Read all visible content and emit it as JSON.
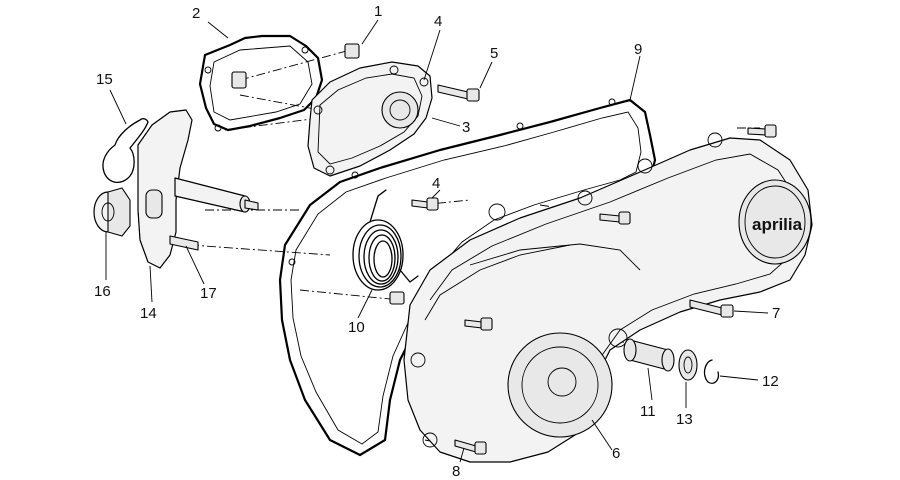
{
  "brand_text": "aprilia",
  "callouts": [
    {
      "id": "1",
      "text": "1"
    },
    {
      "id": "2",
      "text": "2"
    },
    {
      "id": "3",
      "text": "3"
    },
    {
      "id": "4a",
      "text": "4"
    },
    {
      "id": "4b",
      "text": "4"
    },
    {
      "id": "5",
      "text": "5"
    },
    {
      "id": "6",
      "text": "6"
    },
    {
      "id": "7",
      "text": "7"
    },
    {
      "id": "8",
      "text": "8"
    },
    {
      "id": "9",
      "text": "9"
    },
    {
      "id": "10",
      "text": "10"
    },
    {
      "id": "11",
      "text": "11"
    },
    {
      "id": "12",
      "text": "12"
    },
    {
      "id": "13",
      "text": "13"
    },
    {
      "id": "14",
      "text": "14"
    },
    {
      "id": "15",
      "text": "15"
    },
    {
      "id": "16",
      "text": "16"
    },
    {
      "id": "17",
      "text": "17"
    }
  ]
}
